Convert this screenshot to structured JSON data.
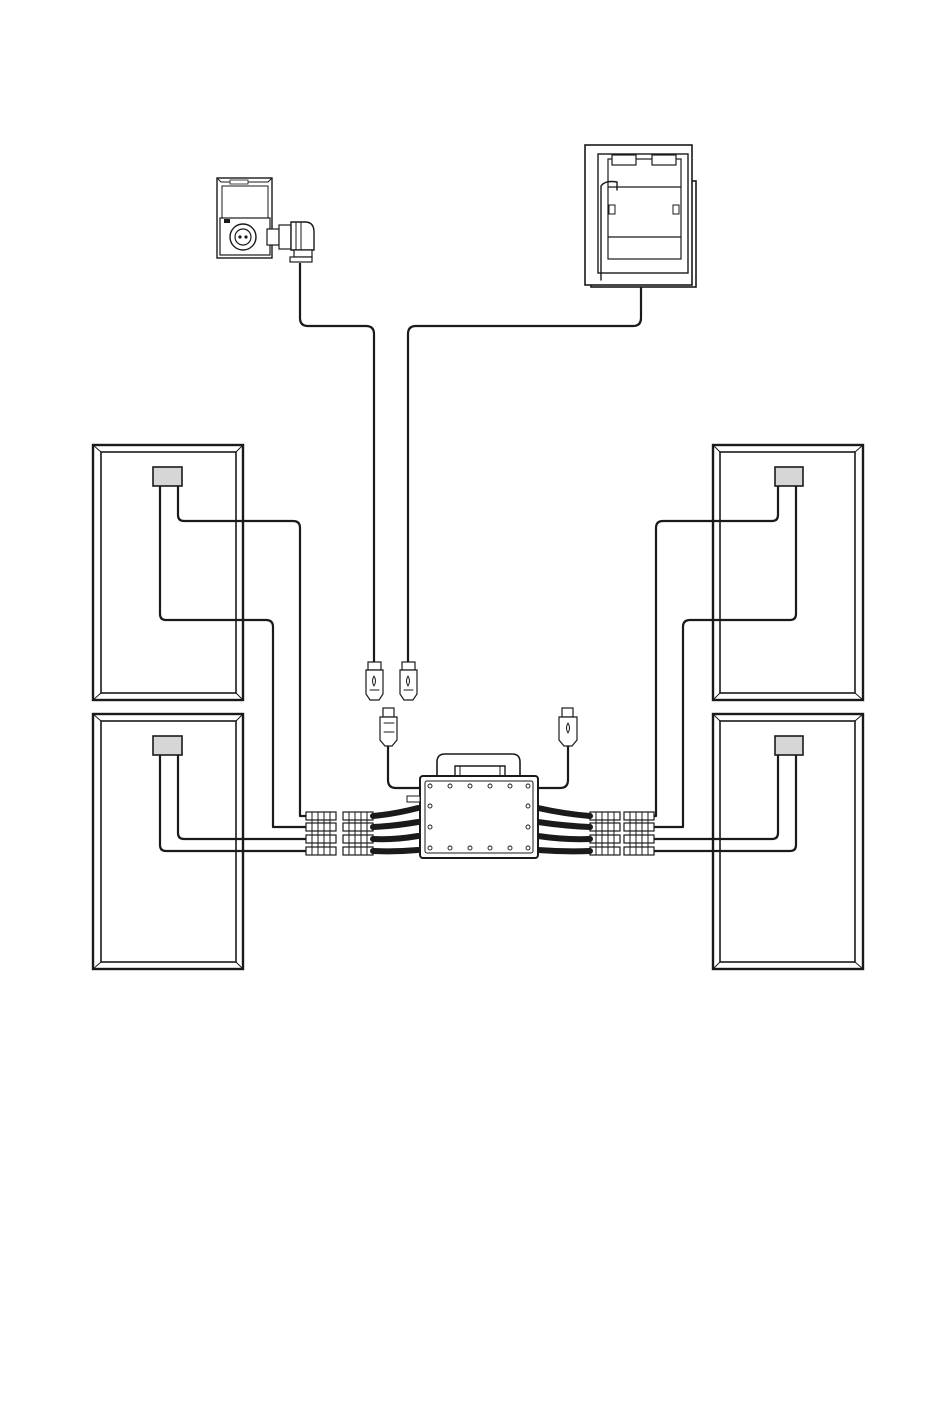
{
  "diagram": {
    "components": {
      "ac_socket": "schuko-socket-icon",
      "ac_plug": "angled-plug-icon",
      "distribution_box": "distribution-box-icon",
      "microinverter": "microinverter-icon",
      "solar_panels": [
        "solar-panel-top-left",
        "solar-panel-bottom-left",
        "solar-panel-top-right",
        "solar-panel-bottom-right"
      ],
      "junction_box": "junction-box-icon",
      "connectors": [
        "ac-connector-icon",
        "mc4-connector-icon"
      ]
    },
    "colors": {
      "line": "#1a1a1a",
      "junction_box_fill": "#d6d6d6",
      "background": "#ffffff"
    }
  }
}
